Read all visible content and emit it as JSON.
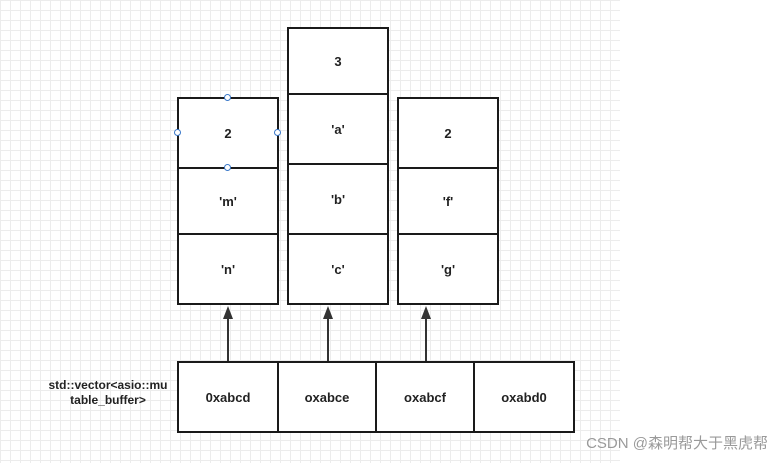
{
  "blocks": [
    {
      "cells": [
        "2",
        "'m'",
        "'n'"
      ]
    },
    {
      "cells": [
        "3",
        "'a'",
        "'b'",
        "'c'"
      ]
    },
    {
      "cells": [
        "2",
        "'f'",
        "'g'"
      ]
    }
  ],
  "vector": {
    "label": "std::vector<asio::mutable_buffer>",
    "cells": [
      "0xabcd",
      "oxabce",
      "oxabcf",
      "oxabd0"
    ]
  },
  "watermark": "CSDN @森明帮大于黑虎帮"
}
